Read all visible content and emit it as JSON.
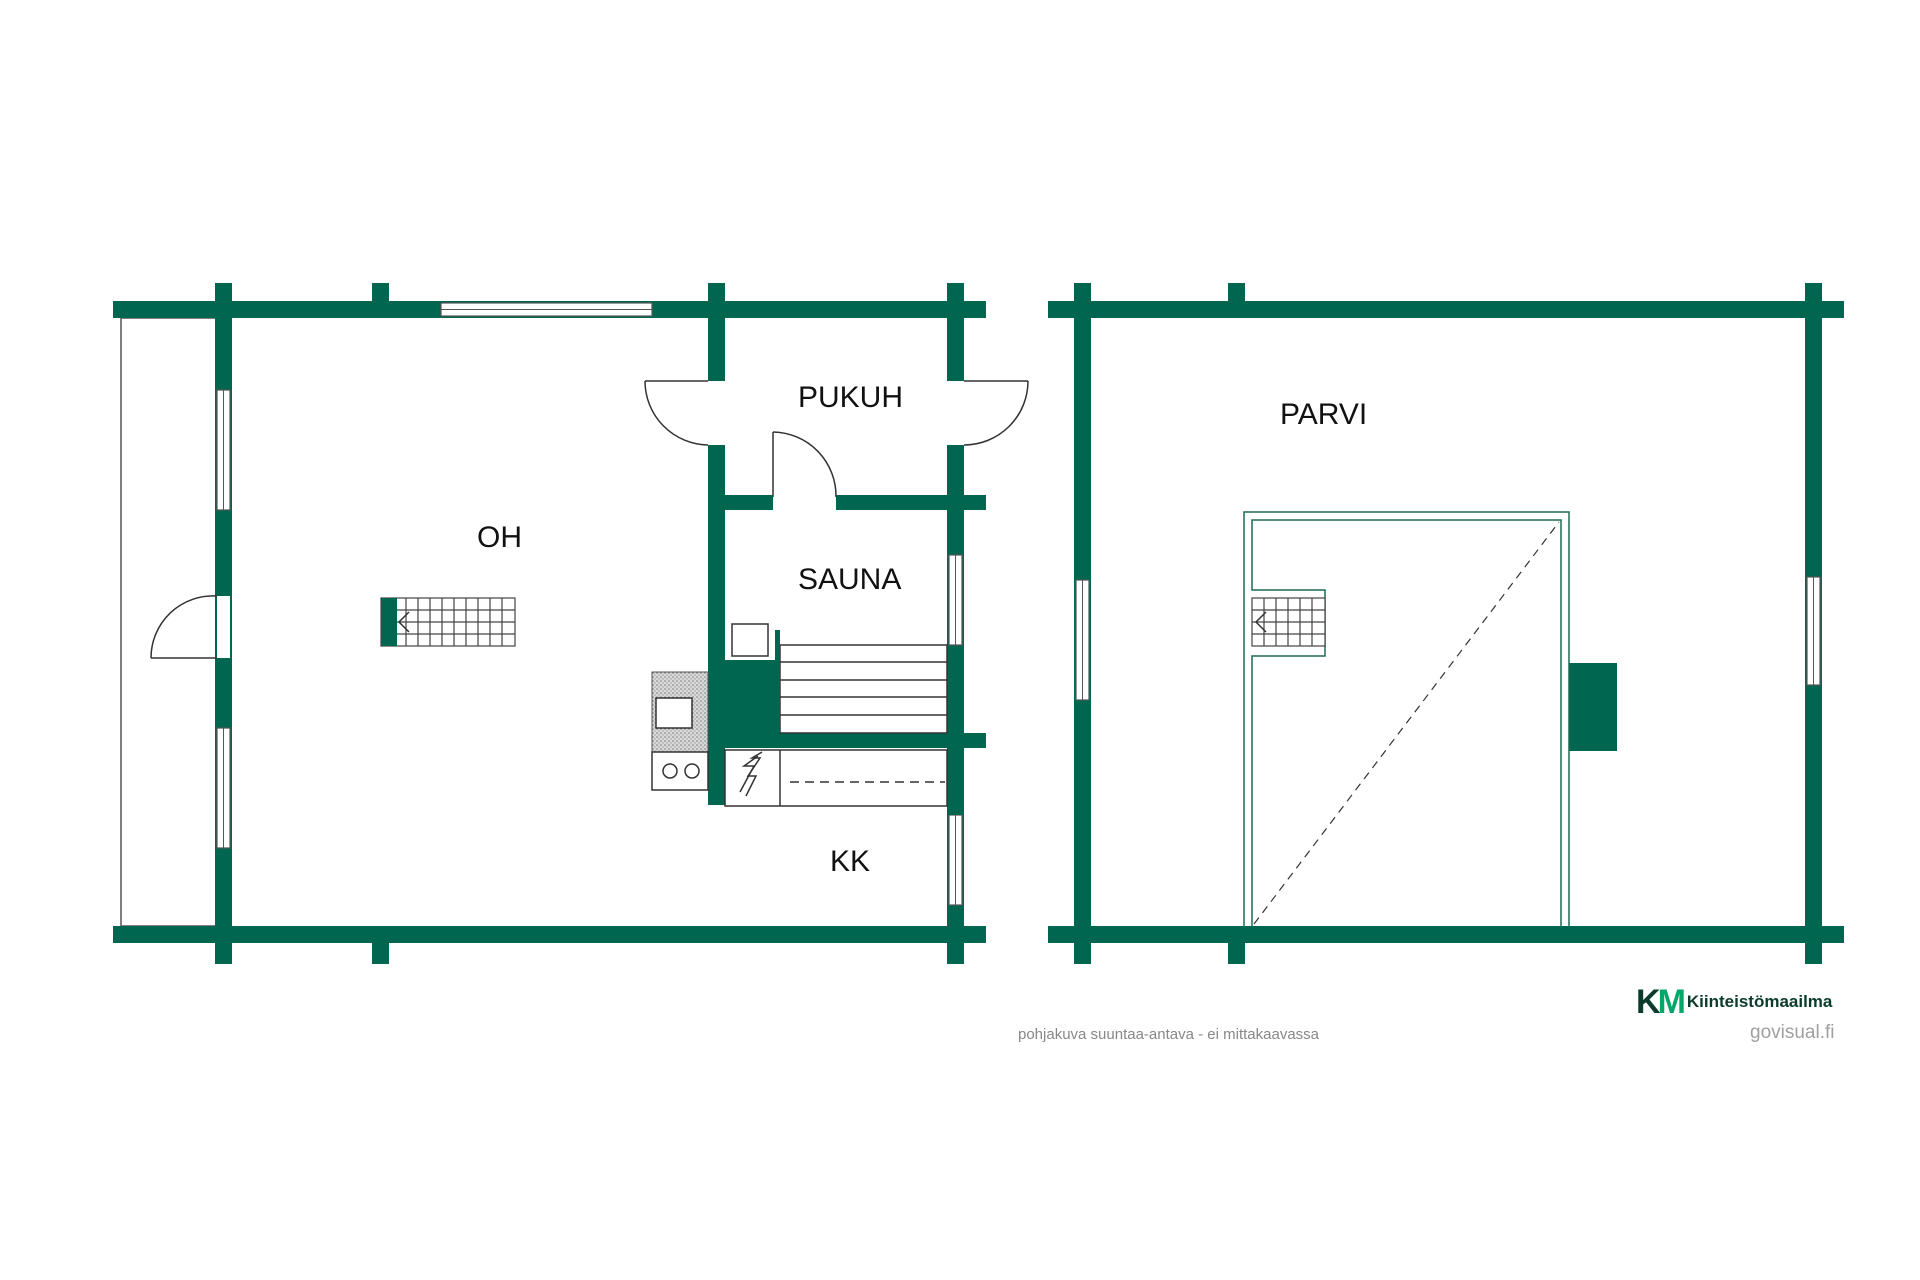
{
  "rooms": {
    "oh": "OH",
    "pukuh": "PUKUH",
    "sauna": "SAUNA",
    "kk": "KK",
    "parvi": "PARVI"
  },
  "footer": {
    "disclaimer": "pohjakuva suuntaa-antava - ei mittakaavassa",
    "brand_mark_k": "K",
    "brand_mark_m": "M",
    "brand_name": "Kiinteistömaailma",
    "credit": "govisual.fi"
  },
  "colors": {
    "wall": "#006650",
    "brand_green": "#06a66a",
    "brand_dark": "#0b3b2a"
  }
}
